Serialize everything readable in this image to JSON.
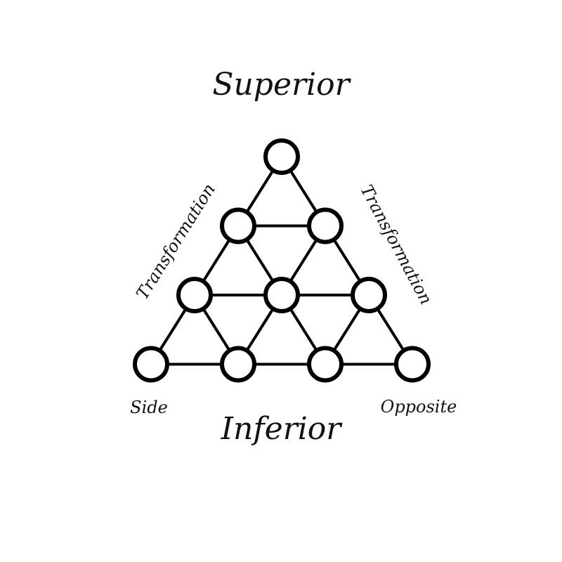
{
  "labels": {
    "top": "Superior",
    "bottom": "Inferior",
    "left_side": "Transformation",
    "right_side": "Transformation",
    "bottom_left": "Side",
    "bottom_right": "Opposite"
  },
  "diagram": {
    "rows": 4,
    "node_count": 10,
    "colors": {
      "stroke": "#000000",
      "node_fill": "#ffffff",
      "background": "#ffffff"
    }
  }
}
